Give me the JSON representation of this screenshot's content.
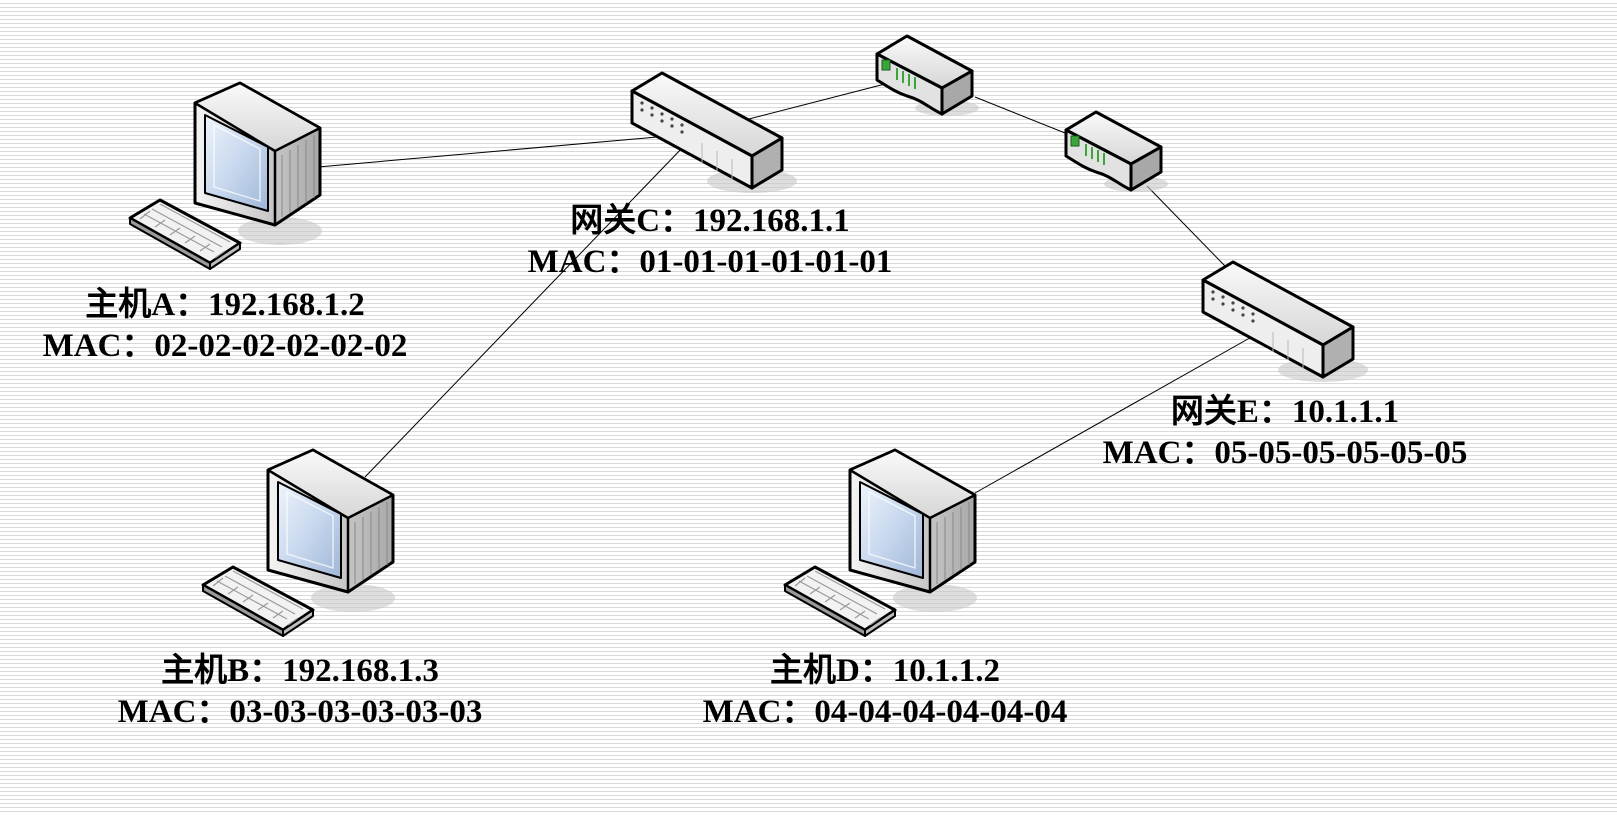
{
  "hosts": {
    "a": {
      "line1": "主机A：192.168.1.2",
      "line2": "MAC：02-02-02-02-02-02"
    },
    "b": {
      "line1": "主机B：192.168.1.3",
      "line2": "MAC：03-03-03-03-03-03"
    },
    "d": {
      "line1": "主机D：10.1.1.2",
      "line2": "MAC：04-04-04-04-04-04"
    }
  },
  "gateways": {
    "c": {
      "line1": "网关C：192.168.1.1",
      "line2": "MAC：01-01-01-01-01-01"
    },
    "e": {
      "line1": "网关E：10.1.1.1",
      "line2": "MAC：05-05-05-05-05-05"
    }
  },
  "icons": {
    "host": "desktop-computer-icon",
    "switch": "switch-icon",
    "router": "router-icon"
  },
  "colors": {
    "background": "#ffffff",
    "stripe": "#d9d9d9",
    "outline": "#000000",
    "screen": "#c8d8ee",
    "router_leds": "#3aa63a"
  }
}
